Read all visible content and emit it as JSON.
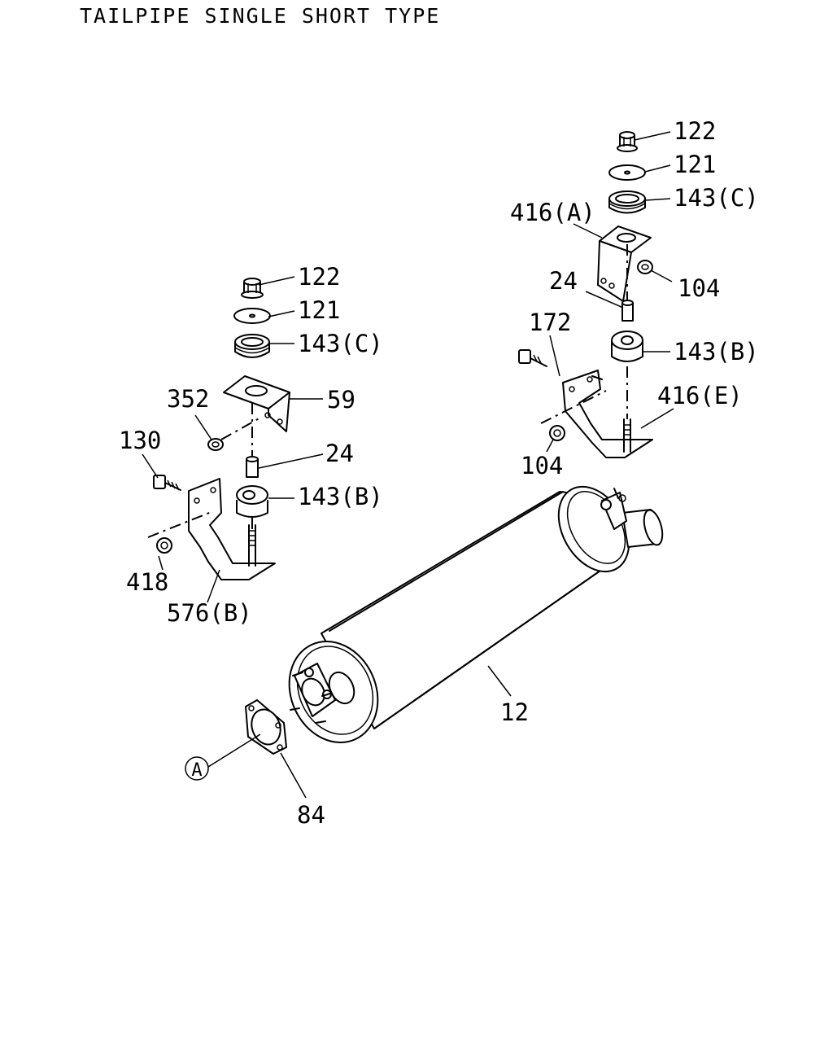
{
  "title": "TAILPIPE SINGLE SHORT TYPE",
  "callouts": {
    "left_122": "122",
    "left_121": "121",
    "left_143c": "143(C)",
    "left_59": "59",
    "left_352": "352",
    "left_24": "24",
    "left_130": "130",
    "left_143b": "143(B)",
    "left_418": "418",
    "left_576b": "576(B)",
    "right_122": "122",
    "right_121": "121",
    "right_143c": "143(C)",
    "right_416a": "416(A)",
    "right_24": "24",
    "right_104_top": "104",
    "right_172": "172",
    "right_143b": "143(B)",
    "right_416e": "416(E)",
    "right_104_bottom": "104",
    "muffler_12": "12",
    "gasket_84": "84",
    "ref_a": "A"
  }
}
